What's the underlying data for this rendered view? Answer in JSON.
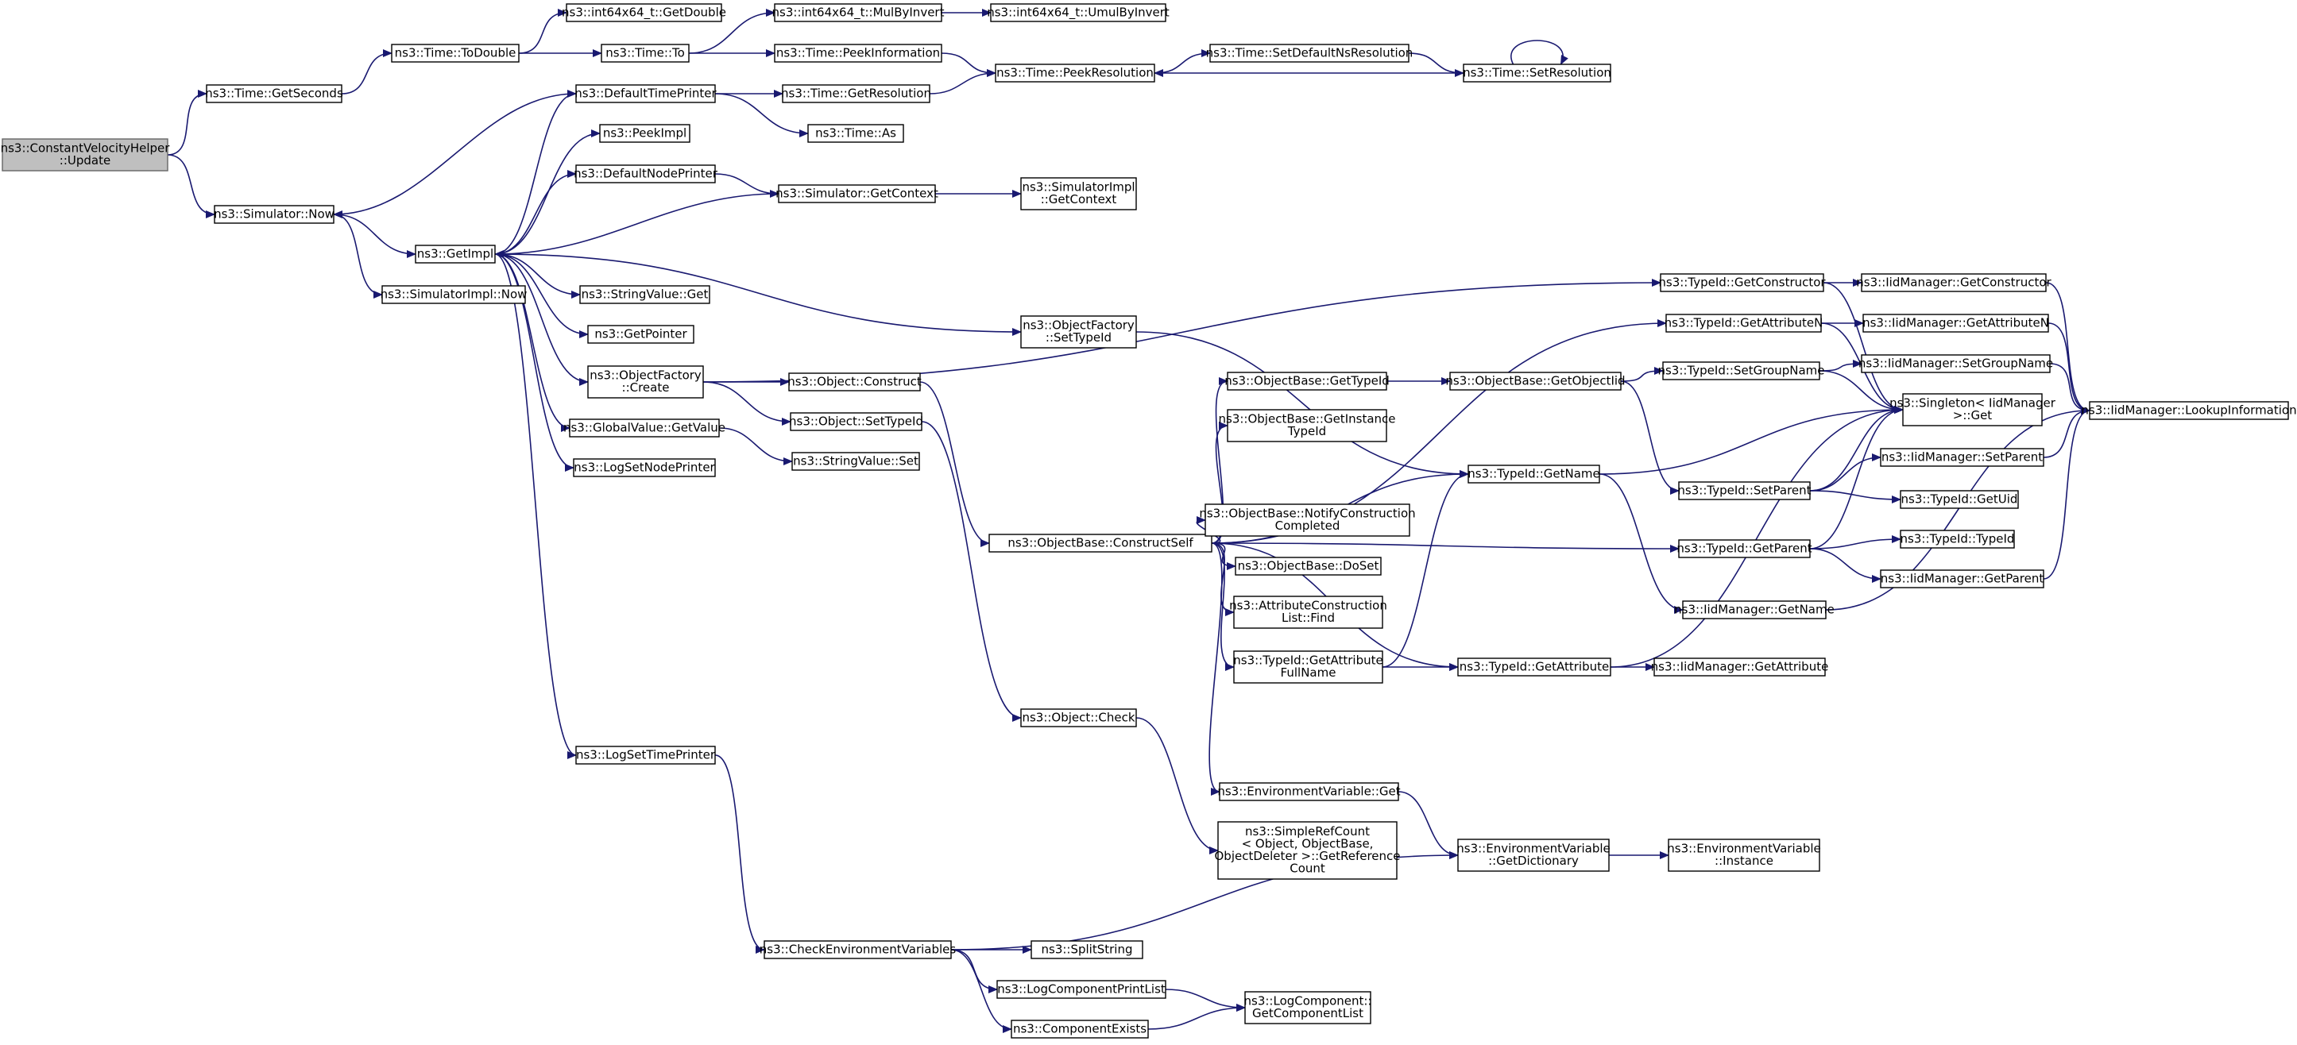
{
  "colors": {
    "edge": "#191970",
    "root_fill": "#bfbfbf",
    "node_fill": "#ffffff",
    "node_border": "#000000"
  },
  "root": "update",
  "nodes": [
    {
      "id": "update",
      "lines": [
        "ns3::ConstantVelocityHelper",
        "::Update"
      ]
    },
    {
      "id": "getseconds",
      "lines": [
        "ns3::Time::GetSeconds"
      ]
    },
    {
      "id": "sim_now",
      "lines": [
        "ns3::Simulator::Now"
      ]
    },
    {
      "id": "todouble",
      "lines": [
        "ns3::Time::ToDouble"
      ]
    },
    {
      "id": "getdouble",
      "lines": [
        "ns3::int64x64_t::GetDouble"
      ]
    },
    {
      "id": "time_to",
      "lines": [
        "ns3::Time::To"
      ]
    },
    {
      "id": "mulbyinvert",
      "lines": [
        "ns3::int64x64_t::MulByInvert"
      ]
    },
    {
      "id": "umulbyinvert",
      "lines": [
        "ns3::int64x64_t::UmulByInvert"
      ]
    },
    {
      "id": "peekinformation",
      "lines": [
        "ns3::Time::PeekInformation"
      ]
    },
    {
      "id": "peekresolution",
      "lines": [
        "ns3::Time::PeekResolution"
      ]
    },
    {
      "id": "setdefaultns",
      "lines": [
        "ns3::Time::SetDefaultNsResolution"
      ]
    },
    {
      "id": "setresolution",
      "lines": [
        "ns3::Time::SetResolution"
      ]
    },
    {
      "id": "defaulttimeprinter",
      "lines": [
        "ns3::DefaultTimePrinter"
      ]
    },
    {
      "id": "getresolution",
      "lines": [
        "ns3::Time::GetResolution"
      ]
    },
    {
      "id": "time_as",
      "lines": [
        "ns3::Time::As"
      ]
    },
    {
      "id": "peekimpl",
      "lines": [
        "ns3::PeekImpl"
      ]
    },
    {
      "id": "defaultnodeprinter",
      "lines": [
        "ns3::DefaultNodePrinter"
      ]
    },
    {
      "id": "sim_getcontext",
      "lines": [
        "ns3::Simulator::GetContext"
      ]
    },
    {
      "id": "simimpl_getcontext",
      "lines": [
        "ns3::SimulatorImpl",
        "::GetContext"
      ]
    },
    {
      "id": "getimpl",
      "lines": [
        "ns3::GetImpl"
      ]
    },
    {
      "id": "simimpl_now",
      "lines": [
        "ns3::SimulatorImpl::Now"
      ]
    },
    {
      "id": "stringvalue_get",
      "lines": [
        "ns3::StringValue::Get"
      ]
    },
    {
      "id": "getpointer",
      "lines": [
        "ns3::GetPointer"
      ]
    },
    {
      "id": "of_create",
      "lines": [
        "ns3::ObjectFactory",
        "::Create"
      ]
    },
    {
      "id": "globalvalue_getvalue",
      "lines": [
        "ns3::GlobalValue::GetValue"
      ]
    },
    {
      "id": "logsetnodeprinter",
      "lines": [
        "ns3::LogSetNodePrinter"
      ]
    },
    {
      "id": "of_settypeid",
      "lines": [
        "ns3::ObjectFactory",
        "::SetTypeId"
      ]
    },
    {
      "id": "object_construct",
      "lines": [
        "ns3::Object::Construct"
      ]
    },
    {
      "id": "object_settypeid",
      "lines": [
        "ns3::Object::SetTypeId"
      ]
    },
    {
      "id": "stringvalue_set",
      "lines": [
        "ns3::StringValue::Set"
      ]
    },
    {
      "id": "constructself",
      "lines": [
        "ns3::ObjectBase::ConstructSelf"
      ]
    },
    {
      "id": "ob_gettypeid",
      "lines": [
        "ns3::ObjectBase::GetTypeId"
      ]
    },
    {
      "id": "ob_getinstancetypeid",
      "lines": [
        "ns3::ObjectBase::GetInstance",
        "TypeId"
      ]
    },
    {
      "id": "ob_notify",
      "lines": [
        "ns3::ObjectBase::NotifyConstruction",
        "Completed"
      ]
    },
    {
      "id": "ob_doset",
      "lines": [
        "ns3::ObjectBase::DoSet"
      ]
    },
    {
      "id": "acl_find",
      "lines": [
        "ns3::AttributeConstruction",
        "List::Find"
      ]
    },
    {
      "id": "tid_getattributefullname",
      "lines": [
        "ns3::TypeId::GetAttribute",
        "FullName"
      ]
    },
    {
      "id": "ob_getobjectiid",
      "lines": [
        "ns3::ObjectBase::GetObjectIid"
      ]
    },
    {
      "id": "tid_getname",
      "lines": [
        "ns3::TypeId::GetName"
      ]
    },
    {
      "id": "tid_getattribute",
      "lines": [
        "ns3::TypeId::GetAttribute"
      ]
    },
    {
      "id": "tid_getconstructor",
      "lines": [
        "ns3::TypeId::GetConstructor"
      ]
    },
    {
      "id": "tid_getattributen",
      "lines": [
        "ns3::TypeId::GetAttributeN"
      ]
    },
    {
      "id": "tid_setgroupname",
      "lines": [
        "ns3::TypeId::SetGroupName"
      ]
    },
    {
      "id": "tid_setparent",
      "lines": [
        "ns3::TypeId::SetParent"
      ]
    },
    {
      "id": "tid_getparent",
      "lines": [
        "ns3::TypeId::GetParent"
      ]
    },
    {
      "id": "iid_getname",
      "lines": [
        "ns3::IidManager::GetName"
      ]
    },
    {
      "id": "iid_getattribute",
      "lines": [
        "ns3::IidManager::GetAttribute"
      ]
    },
    {
      "id": "iid_getconstructor",
      "lines": [
        "ns3::IidManager::GetConstructor"
      ]
    },
    {
      "id": "iid_getattributen",
      "lines": [
        "ns3::IidManager::GetAttributeN"
      ]
    },
    {
      "id": "iid_setgroupname",
      "lines": [
        "ns3::IidManager::SetGroupName"
      ]
    },
    {
      "id": "singleton_get",
      "lines": [
        "ns3::Singleton< IidManager",
        ">::Get"
      ]
    },
    {
      "id": "iid_setparent",
      "lines": [
        "ns3::IidManager::SetParent"
      ]
    },
    {
      "id": "tid_getuid",
      "lines": [
        "ns3::TypeId::GetUid"
      ]
    },
    {
      "id": "tid_typeid",
      "lines": [
        "ns3::TypeId::TypeId"
      ]
    },
    {
      "id": "iid_getparent",
      "lines": [
        "ns3::IidManager::GetParent"
      ]
    },
    {
      "id": "iid_lookupinformation",
      "lines": [
        "ns3::IidManager::LookupInformation"
      ]
    },
    {
      "id": "object_check",
      "lines": [
        "ns3::Object::Check"
      ]
    },
    {
      "id": "simplerefcount",
      "lines": [
        "ns3::SimpleRefCount",
        "< Object, ObjectBase,",
        "ObjectDeleter >::GetReference",
        "Count"
      ]
    },
    {
      "id": "envvar_get",
      "lines": [
        "ns3::EnvironmentVariable::Get"
      ]
    },
    {
      "id": "envvar_getdictionary",
      "lines": [
        "ns3::EnvironmentVariable",
        "::GetDictionary"
      ]
    },
    {
      "id": "envvar_instance",
      "lines": [
        "ns3::EnvironmentVariable",
        "::Instance"
      ]
    },
    {
      "id": "logsettimeprinter",
      "lines": [
        "ns3::LogSetTimePrinter"
      ]
    },
    {
      "id": "checkenvvars",
      "lines": [
        "ns3::CheckEnvironmentVariables"
      ]
    },
    {
      "id": "splitstring",
      "lines": [
        "ns3::SplitString"
      ]
    },
    {
      "id": "logcomponentprintlist",
      "lines": [
        "ns3::LogComponentPrintList"
      ]
    },
    {
      "id": "logcomponent_getlist",
      "lines": [
        "ns3::LogComponent::",
        "GetComponentList"
      ]
    },
    {
      "id": "componentexists",
      "lines": [
        "ns3::ComponentExists"
      ]
    }
  ],
  "edges": [
    [
      "update",
      "getseconds"
    ],
    [
      "update",
      "sim_now"
    ],
    [
      "getseconds",
      "todouble"
    ],
    [
      "todouble",
      "getdouble"
    ],
    [
      "todouble",
      "time_to"
    ],
    [
      "time_to",
      "mulbyinvert"
    ],
    [
      "time_to",
      "peekinformation"
    ],
    [
      "mulbyinvert",
      "umulbyinvert"
    ],
    [
      "peekinformation",
      "peekresolution"
    ],
    [
      "peekresolution",
      "setdefaultns"
    ],
    [
      "setdefaultns",
      "setresolution"
    ],
    [
      "setresolution",
      "peekresolution"
    ],
    [
      "setresolution",
      "setresolution"
    ],
    [
      "sim_now",
      "getimpl"
    ],
    [
      "sim_now",
      "simimpl_now"
    ],
    [
      "defaulttimeprinter",
      "sim_now"
    ],
    [
      "defaulttimeprinter",
      "getresolution"
    ],
    [
      "defaulttimeprinter",
      "time_as"
    ],
    [
      "getresolution",
      "peekresolution"
    ],
    [
      "defaultnodeprinter",
      "sim_getcontext"
    ],
    [
      "sim_getcontext",
      "getimpl"
    ],
    [
      "sim_getcontext",
      "simimpl_getcontext"
    ],
    [
      "getimpl",
      "defaulttimeprinter"
    ],
    [
      "getimpl",
      "peekimpl"
    ],
    [
      "getimpl",
      "defaultnodeprinter"
    ],
    [
      "getimpl",
      "stringvalue_get"
    ],
    [
      "getimpl",
      "getpointer"
    ],
    [
      "getimpl",
      "of_create"
    ],
    [
      "getimpl",
      "globalvalue_getvalue"
    ],
    [
      "getimpl",
      "logsetnodeprinter"
    ],
    [
      "getimpl",
      "of_settypeid"
    ],
    [
      "getimpl",
      "logsettimeprinter"
    ],
    [
      "of_create",
      "tid_getconstructor"
    ],
    [
      "of_create",
      "object_construct"
    ],
    [
      "of_create",
      "object_settypeid"
    ],
    [
      "globalvalue_getvalue",
      "stringvalue_set"
    ],
    [
      "of_settypeid",
      "tid_getname"
    ],
    [
      "object_construct",
      "constructself"
    ],
    [
      "object_settypeid",
      "object_check"
    ],
    [
      "constructself",
      "ob_gettypeid"
    ],
    [
      "constructself",
      "ob_getinstancetypeid"
    ],
    [
      "constructself",
      "ob_notify"
    ],
    [
      "constructself",
      "ob_doset"
    ],
    [
      "constructself",
      "acl_find"
    ],
    [
      "constructself",
      "tid_getattributefullname"
    ],
    [
      "constructself",
      "tid_getname"
    ],
    [
      "constructself",
      "tid_getattribute"
    ],
    [
      "constructself",
      "tid_getattributen"
    ],
    [
      "constructself",
      "tid_getparent"
    ],
    [
      "constructself",
      "envvar_get"
    ],
    [
      "ob_gettypeid",
      "ob_getobjectiid"
    ],
    [
      "ob_getobjectiid",
      "tid_setgroupname"
    ],
    [
      "ob_getobjectiid",
      "tid_setparent"
    ],
    [
      "tid_getattributefullname",
      "tid_getname"
    ],
    [
      "tid_getattributefullname",
      "tid_getattribute"
    ],
    [
      "tid_getname",
      "singleton_get"
    ],
    [
      "tid_getname",
      "iid_getname"
    ],
    [
      "tid_getattribute",
      "singleton_get"
    ],
    [
      "tid_getattribute",
      "iid_getattribute"
    ],
    [
      "tid_getconstructor",
      "iid_getconstructor"
    ],
    [
      "tid_getconstructor",
      "singleton_get"
    ],
    [
      "tid_getattributen",
      "iid_getattributen"
    ],
    [
      "tid_getattributen",
      "singleton_get"
    ],
    [
      "tid_setgroupname",
      "iid_setgroupname"
    ],
    [
      "tid_setgroupname",
      "singleton_get"
    ],
    [
      "tid_setparent",
      "singleton_get"
    ],
    [
      "tid_setparent",
      "iid_setparent"
    ],
    [
      "tid_setparent",
      "tid_getuid"
    ],
    [
      "tid_getparent",
      "singleton_get"
    ],
    [
      "tid_getparent",
      "tid_typeid"
    ],
    [
      "tid_getparent",
      "iid_getparent"
    ],
    [
      "iid_getconstructor",
      "iid_lookupinformation"
    ],
    [
      "iid_getattributen",
      "iid_lookupinformation"
    ],
    [
      "iid_setgroupname",
      "iid_lookupinformation"
    ],
    [
      "iid_setparent",
      "iid_lookupinformation"
    ],
    [
      "iid_getparent",
      "iid_lookupinformation"
    ],
    [
      "iid_getname",
      "iid_lookupinformation"
    ],
    [
      "object_check",
      "simplerefcount"
    ],
    [
      "envvar_get",
      "envvar_getdictionary"
    ],
    [
      "envvar_getdictionary",
      "envvar_instance"
    ],
    [
      "logsettimeprinter",
      "checkenvvars"
    ],
    [
      "checkenvvars",
      "envvar_getdictionary"
    ],
    [
      "checkenvvars",
      "splitstring"
    ],
    [
      "checkenvvars",
      "logcomponentprintlist"
    ],
    [
      "checkenvvars",
      "componentexists"
    ],
    [
      "logcomponentprintlist",
      "logcomponent_getlist"
    ],
    [
      "componentexists",
      "logcomponent_getlist"
    ]
  ]
}
